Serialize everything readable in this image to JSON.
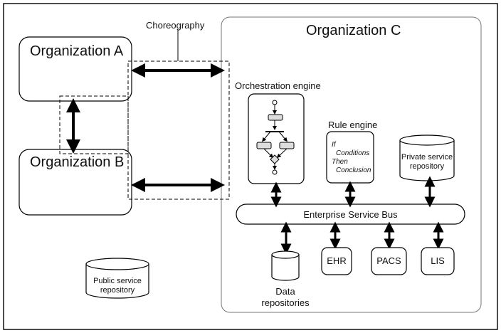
{
  "diagram": {
    "choreography_label": "Choreography",
    "org_a": "Organization A",
    "org_b": "Organization B",
    "org_c": "Organization C",
    "orchestration_engine": "Orchestration engine",
    "rule_engine": {
      "title": "Rule engine",
      "lines": [
        "If",
        "Conditions",
        "Then",
        "Conclusion"
      ]
    },
    "private_repo": [
      "Private service",
      "repository"
    ],
    "public_repo": [
      "Public service",
      "repository"
    ],
    "esb": "Enterprise Service Bus",
    "data_repositories": [
      "Data",
      "repositories"
    ],
    "systems": [
      "EHR",
      "PACS",
      "LIS"
    ]
  }
}
